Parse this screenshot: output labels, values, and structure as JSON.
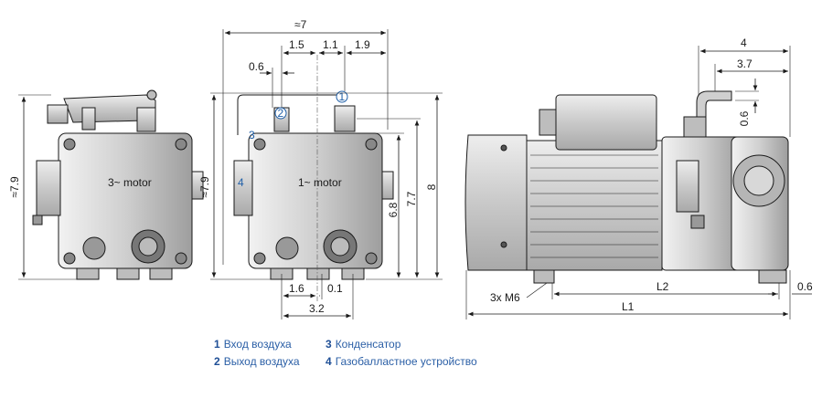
{
  "colors": {
    "accent": "#1f5fa8",
    "body_fill": "#d4d4d4",
    "line": "#1a1a1a"
  },
  "left_view": {
    "label": "3~ motor",
    "height_dim": "≈7.9"
  },
  "middle_view": {
    "label": "1~ motor",
    "height_dim": "≈7.9",
    "width_dim": "≈7",
    "top_dims": [
      "1.5",
      "1.1",
      "1.9",
      "0.6"
    ],
    "right_dims": [
      "6.8",
      "7.7",
      "8"
    ],
    "bottom_dims": [
      "1.6",
      "0.1",
      "3.2"
    ],
    "callouts": [
      "1",
      "2",
      "3",
      "4"
    ]
  },
  "right_view": {
    "top_dims": [
      "4",
      "3.7",
      "0.6"
    ],
    "thread_label": "3x M6",
    "length_labels": [
      "L2",
      "L1"
    ],
    "small_dim": "0.6"
  },
  "legend": [
    {
      "num": "1",
      "text": "Вход воздуха"
    },
    {
      "num": "2",
      "text": "Выход воздуха"
    },
    {
      "num": "3",
      "text": "Конденсатор"
    },
    {
      "num": "4",
      "text": "Газобалластное устройство"
    }
  ]
}
